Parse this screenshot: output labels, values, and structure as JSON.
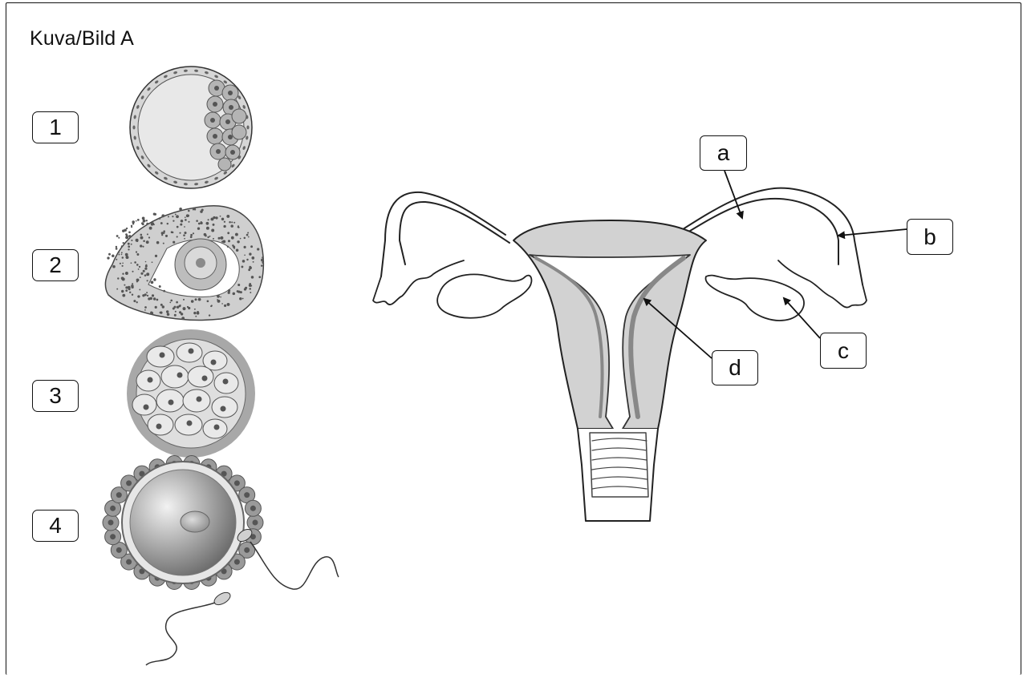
{
  "title": "Kuva/Bild A",
  "stages": [
    {
      "number": "1",
      "icon": "blastocyst-icon"
    },
    {
      "number": "2",
      "icon": "follicle-icon"
    },
    {
      "number": "3",
      "icon": "morula-icon"
    },
    {
      "number": "4",
      "icon": "egg-and-sperm-icon"
    }
  ],
  "uterus_labels": {
    "a": "a",
    "b": "b",
    "c": "c",
    "d": "d"
  }
}
